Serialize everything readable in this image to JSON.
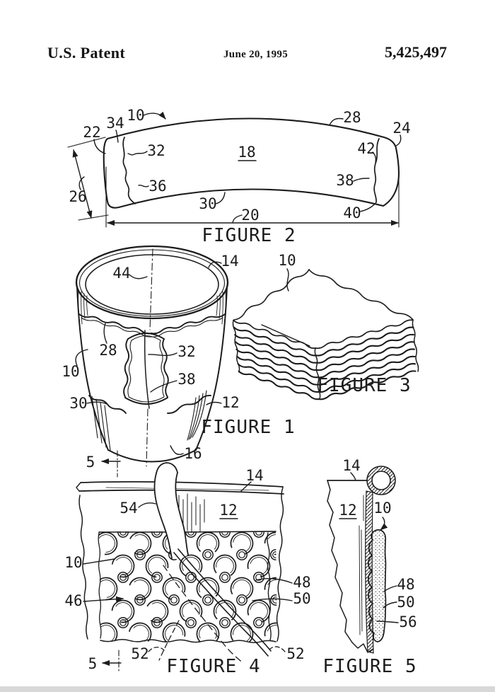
{
  "colors": {
    "ink": "#1c1c1c",
    "paper": "#ffffff",
    "scan_edge": "#d8d8d8"
  },
  "header": {
    "title": "U.S. Patent",
    "date": "June 20, 1995",
    "patent_number": "5,425,497"
  },
  "figures": {
    "fig1": {
      "caption": "FIGURE 1",
      "section_marker": "5",
      "labels": {
        "n10": "10",
        "n12": "12",
        "n14": "14",
        "n16": "16",
        "n28": "28",
        "n30": "30",
        "n32": "32",
        "n38": "38",
        "n44": "44"
      }
    },
    "fig2": {
      "caption": "FIGURE 2",
      "labels": {
        "n10": "10",
        "n18": "18",
        "n20": "20",
        "n22": "22",
        "n24": "24",
        "n26": "26",
        "n28": "28",
        "n30": "30",
        "n32": "32",
        "n34": "34",
        "n36": "36",
        "n38": "38",
        "n40": "40",
        "n42": "42"
      }
    },
    "fig3": {
      "caption": "FIGURE 3",
      "labels": {
        "n10": "10"
      }
    },
    "fig4": {
      "caption": "FIGURE 4",
      "section_marker": "5",
      "labels": {
        "n10": "10",
        "n12": "12",
        "n14": "14",
        "n46": "46",
        "n48": "48",
        "n50": "50",
        "n52_left": "52",
        "n52_right": "52",
        "n54": "54"
      }
    },
    "fig5": {
      "caption": "FIGURE 5",
      "labels": {
        "n10": "10",
        "n12": "12",
        "n14": "14",
        "n48": "48",
        "n50": "50",
        "n56": "56"
      }
    }
  }
}
